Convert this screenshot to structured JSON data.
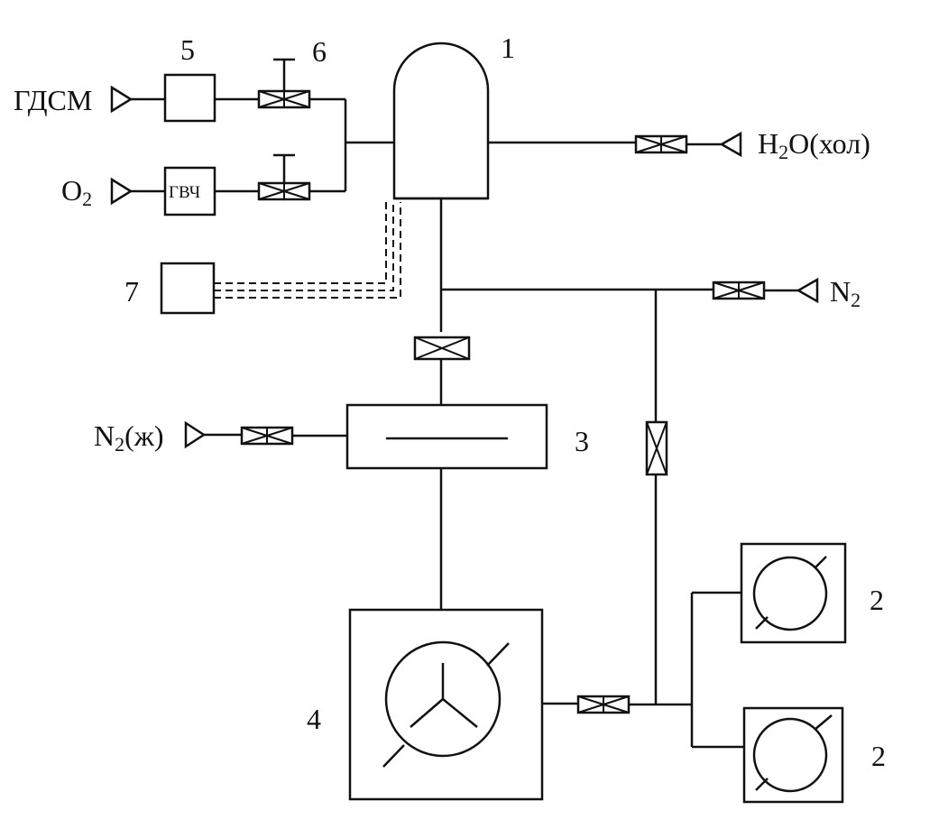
{
  "labels": {
    "n1": "1",
    "n2a": "2",
    "n2b": "2",
    "n3": "3",
    "n4": "4",
    "n5": "5",
    "n6": "6",
    "n7": "7"
  },
  "inputs": {
    "gdsm": "ГДСМ",
    "o2_main": "O",
    "o2_sub": "2",
    "h2o_h": "H",
    "h2o_sub": "2",
    "h2o_rest": "O(хол)",
    "n2_main": "N",
    "n2_sub": "2",
    "n2l_main": "N",
    "n2l_sub": "2",
    "n2l_rest": "(ж)"
  },
  "blocks": {
    "gvch": "ГВЧ"
  }
}
